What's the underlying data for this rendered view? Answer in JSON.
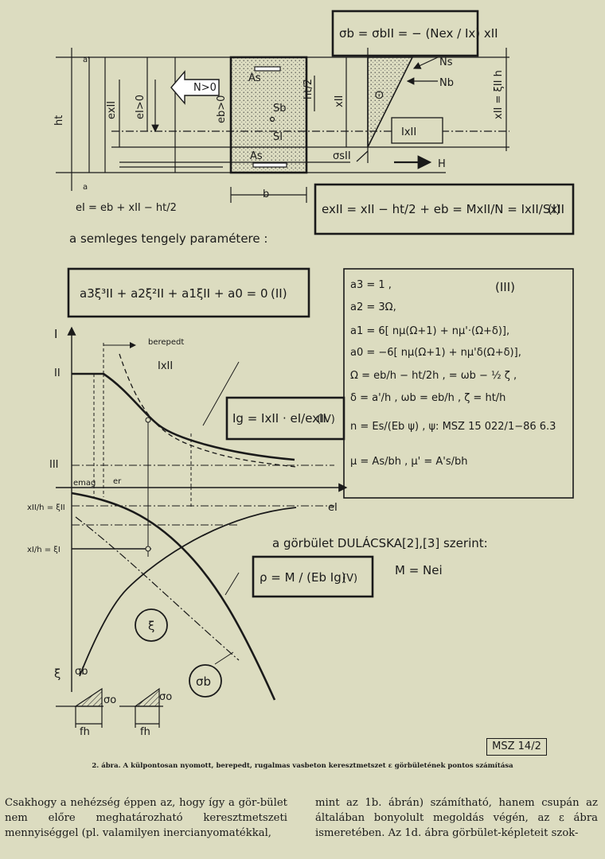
{
  "equations": {
    "sigma_top": "σb = σbII = − (Nex / Ix) xII",
    "e_one": "eI = eb + xII − ht/2",
    "ex_box": "exII = xII − ht/2 + eb = MxII/N = IxII/SxII",
    "ex_tag": "(I)",
    "neutral_title": "a semleges tengely paramétere :",
    "cubic": "a3ξ³II + a2ξ²II + a1ξII + a0 = 0",
    "cubic_tag": "(II)",
    "ig": "Ig = IxII · eI/exII",
    "ig_tag": "(IV)",
    "curvature_title": "a görbület DULÁCSKA[2],[3] szerint:",
    "rho": "ρ = M / (Eb Ig)",
    "rho_tag": "(V)",
    "moment": "M = Nei"
  },
  "params_box": {
    "tag": "(III)",
    "lines": [
      "a3 = 1 ,",
      "a2 = 3Ω,",
      "a1 = 6[ nμ(Ω+1) + nμ'·(Ω+δ)],",
      "a0 = −6[ nμ(Ω+1) + nμ'δ(Ω+δ)],",
      "Ω = eb/h − ht/2h , = ωb − ½ ζ ,",
      "δ = a'/h ,  ωb = eb/h ,  ζ = ht/h",
      "n = Es/(Eb ψ) ,  ψ: MSZ 15 022/1−86  6.3",
      "μ = As/bh ,  μ' = A's/bh"
    ]
  },
  "section_labels": {
    "n_force": "N>0",
    "ns": "Ns",
    "nb": "Nb",
    "h_force": "H",
    "as_top": "As",
    "as_bottom": "As",
    "sb": "Sb",
    "si": "SI",
    "ht": "ht",
    "a_top": "a'",
    "a_bottom": "a",
    "b": "b",
    "ex": "exII",
    "e1": "eI>0",
    "eb": "eb>0",
    "ht2": "ht/2",
    "xii": "xII",
    "xfh": "xII = ξII h",
    "ix": "IxII",
    "sigma_s": "σsII",
    "theta": "⊙"
  },
  "graph_labels": {
    "i_axis": "I",
    "ii": "II",
    "iii": "III",
    "berepedt": "berepedt",
    "ixii": "IxII",
    "emag": "emag",
    "er": "er",
    "ei_axis": "eI",
    "xii_h": "xII/h = ξII",
    "xi_h": "xI/h = ξI",
    "xi_axis": "ξ",
    "sigma_b": "σb",
    "xi_circle": "ξ",
    "sigma_circle": "σb",
    "sigma_o1": "σo",
    "sigma_o2": "σo",
    "fh1": "fh",
    "fh2": "fh"
  },
  "stamp": "MSZ 14/2",
  "caption": "2. ábra. A külpontosan nyomott, berepedt, rugalmas vasbeton keresztmetszet ε görbületének pontos számítása",
  "text_left": "Csakhogy a nehézség éppen az, hogy így a gör-bület nem előre meghatározható keresztmetszeti mennyiséggel (pl. valamilyen inercianyomatékkal,",
  "text_right": "mint az 1b. ábrán) számítható, hanem csupán az általában bonyolult megoldás végén, az ε ábra ismeretében. Az 1d. ábra görbület-képleteit szok-"
}
